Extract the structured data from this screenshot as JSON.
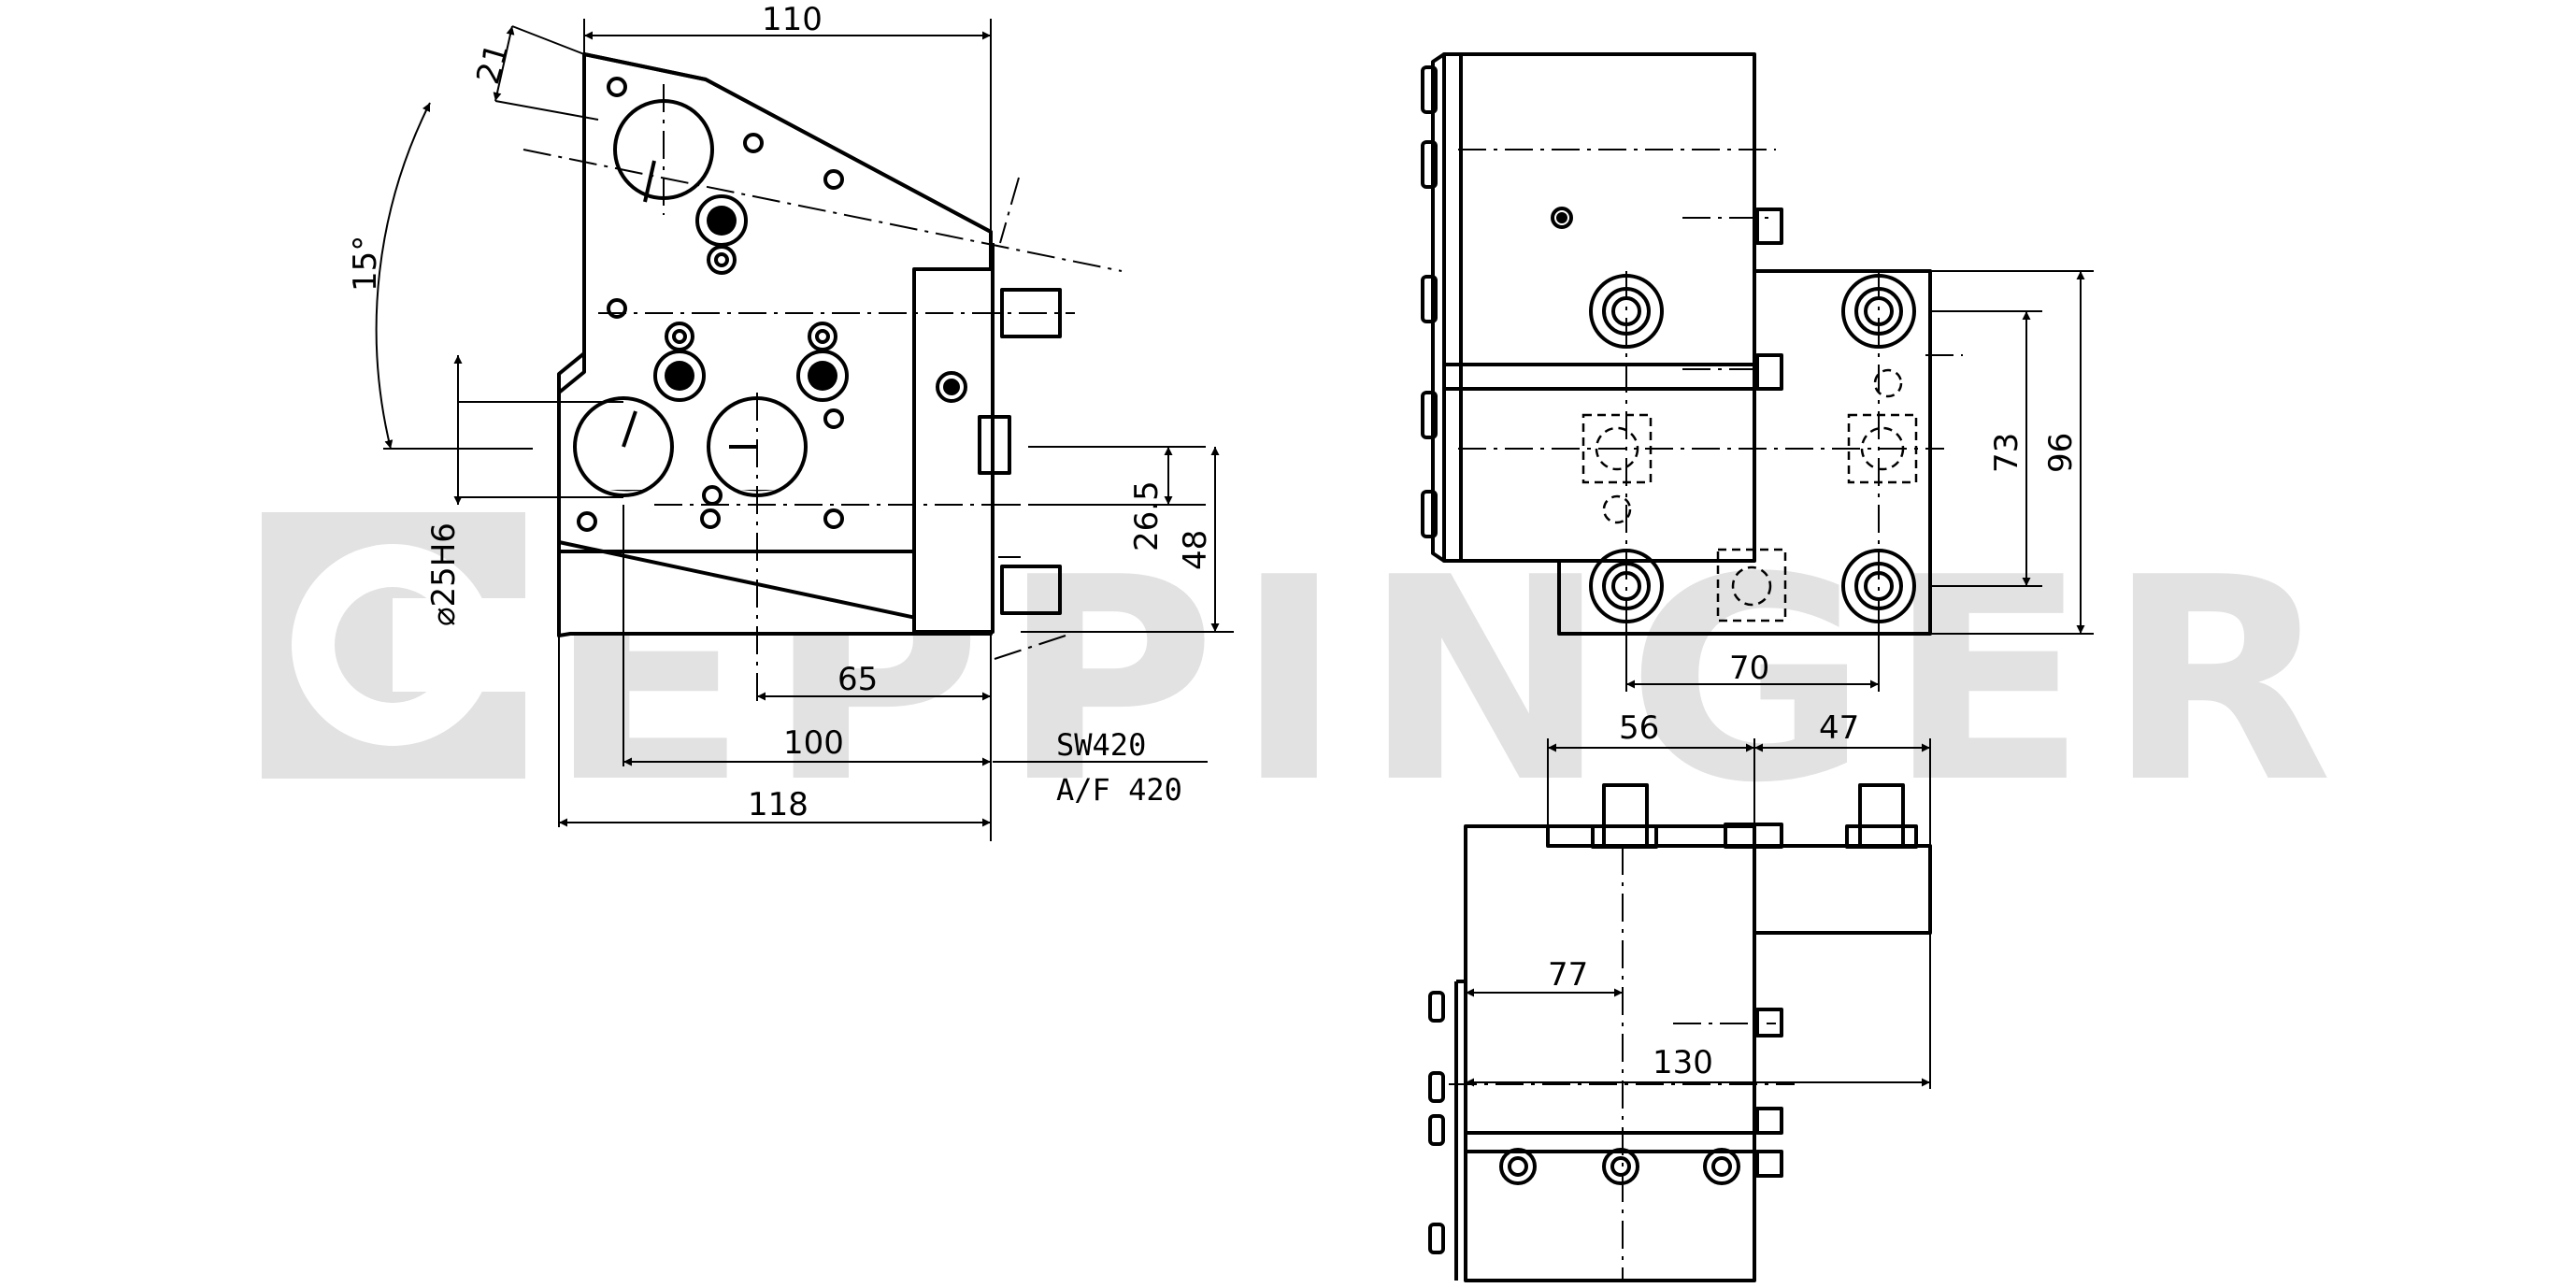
{
  "watermark": {
    "text": "EPPINGER",
    "color": "#e2e2e2"
  },
  "dimensions": {
    "d110": "110",
    "d21": "21",
    "angle15": "15°",
    "bore": "⌀25H6",
    "d26_5": "26.5",
    "d48": "48",
    "d65": "65",
    "d100": "100",
    "d118": "118",
    "sw": "SW420",
    "af": "A/F  420",
    "d73": "73",
    "d96": "96",
    "d70": "70",
    "d56": "56",
    "d47": "47",
    "d77": "77",
    "d130": "130"
  },
  "icons": [
    "eppinger-logo-icon"
  ]
}
